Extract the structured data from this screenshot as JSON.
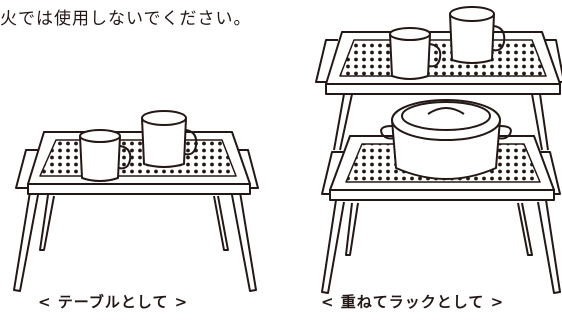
{
  "notice_text": "火では使用しないでください。",
  "captions": {
    "table_use": "< テーブルとして >",
    "rack_use": "< 重ねてラックとして >"
  },
  "colors": {
    "line": "#231815",
    "background": "#ffffff"
  },
  "illustrations": {
    "left": "table-with-two-mugs",
    "right": "two-stacked-tables-with-mugs-and-dutch-oven"
  }
}
